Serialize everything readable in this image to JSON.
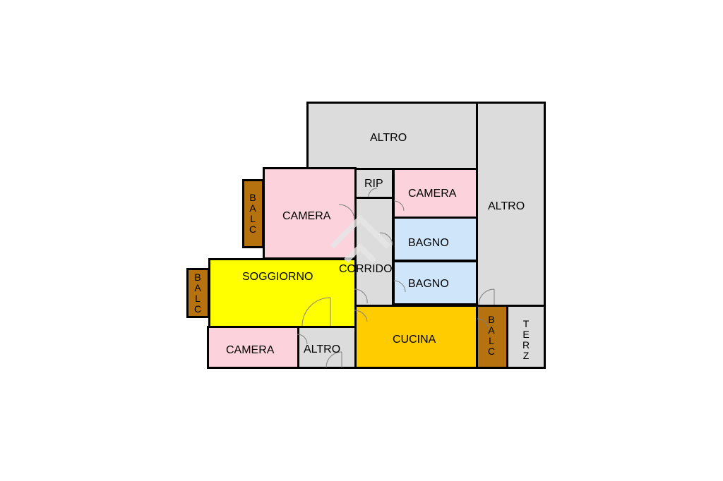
{
  "colors": {
    "altro": "#dcdcdc",
    "camera": "#fcd3dc",
    "bagno": "#cfe6fa",
    "soggiorno": "#ffff00",
    "cucina": "#ffcc00",
    "balc": "#b5720f",
    "corridor": "#dcdcdc",
    "wall": "#000000"
  },
  "rooms": {
    "altro_top": "ALTRO",
    "altro_right": "ALTRO",
    "camera_left": "CAMERA",
    "rip": "RIP",
    "camera_small": "CAMERA",
    "bagno_1": "BAGNO",
    "bagno_2": "BAGNO",
    "corridoio": "CORRIDO",
    "soggiorno": "SOGGIORNO",
    "camera_bottom": "CAMERA",
    "altro_bottom": "ALTRO",
    "cucina": "CUCINA",
    "balc_1": "BALC",
    "balc_2": "BALC",
    "balc_3": "BALC",
    "terz": "TERZ"
  }
}
